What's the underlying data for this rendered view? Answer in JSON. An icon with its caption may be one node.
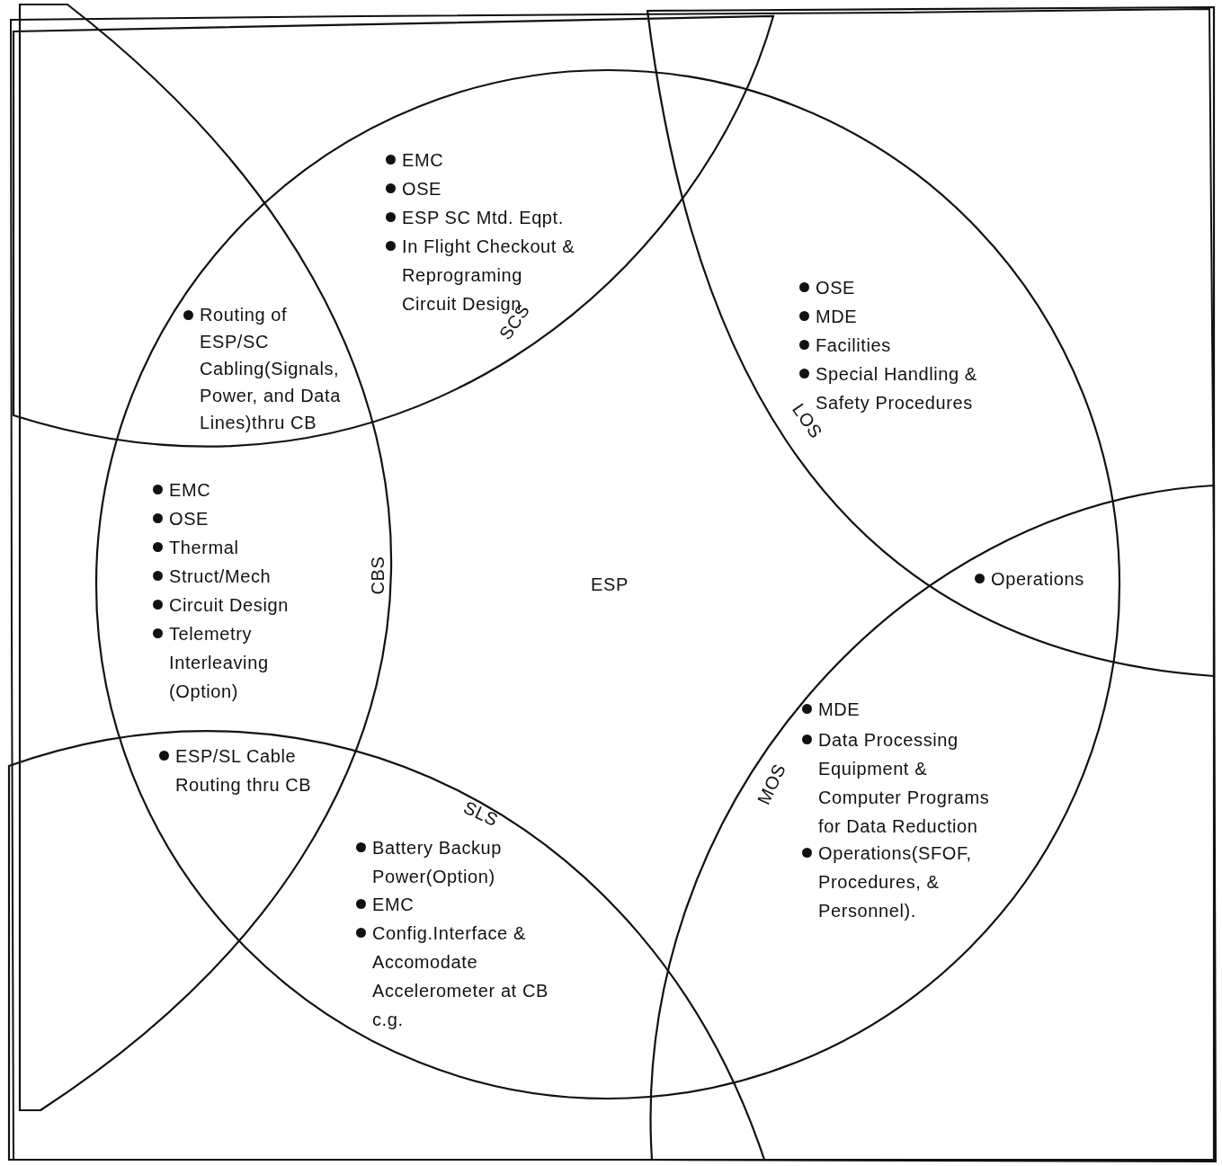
{
  "diagram": {
    "nodes": [
      {
        "text": [
          "ESP"
        ]
      },
      {
        "text": [
          "SCS",
          "EMC",
          "OSE",
          "ESP SC Mtd. Eqpt.",
          "In Flight Checkout & Reprograming Circuit Design"
        ]
      },
      {
        "text": [
          "LOS",
          "OSE",
          "MDE",
          "Facilities",
          "Special Handling & Safety Procedures"
        ]
      },
      {
        "text": [
          "CBS",
          "EMC",
          "OSE",
          "Thermal",
          "Struct/Mech",
          "Circuit Design",
          "Telemetry Interleaving (Option)"
        ]
      },
      {
        "text": [
          "MOS",
          "MDE",
          "Data Processing Equipment & Computer Programs for Data Reduction",
          "Operations(SFOF, Procedures, & Personnel)."
        ]
      },
      {
        "text": [
          "SLS",
          "Battery Backup Power(Option)",
          "EMC",
          "Config.Interface & Accomodate Accelerometer at CB c.g."
        ]
      }
    ],
    "edges": [],
    "labels": [
      "Routing of ESP/SC Cabling(Signals, Power, and Data Lines)thru CB",
      "Operations",
      "ESP/SL Cable Routing thru CB"
    ]
  }
}
